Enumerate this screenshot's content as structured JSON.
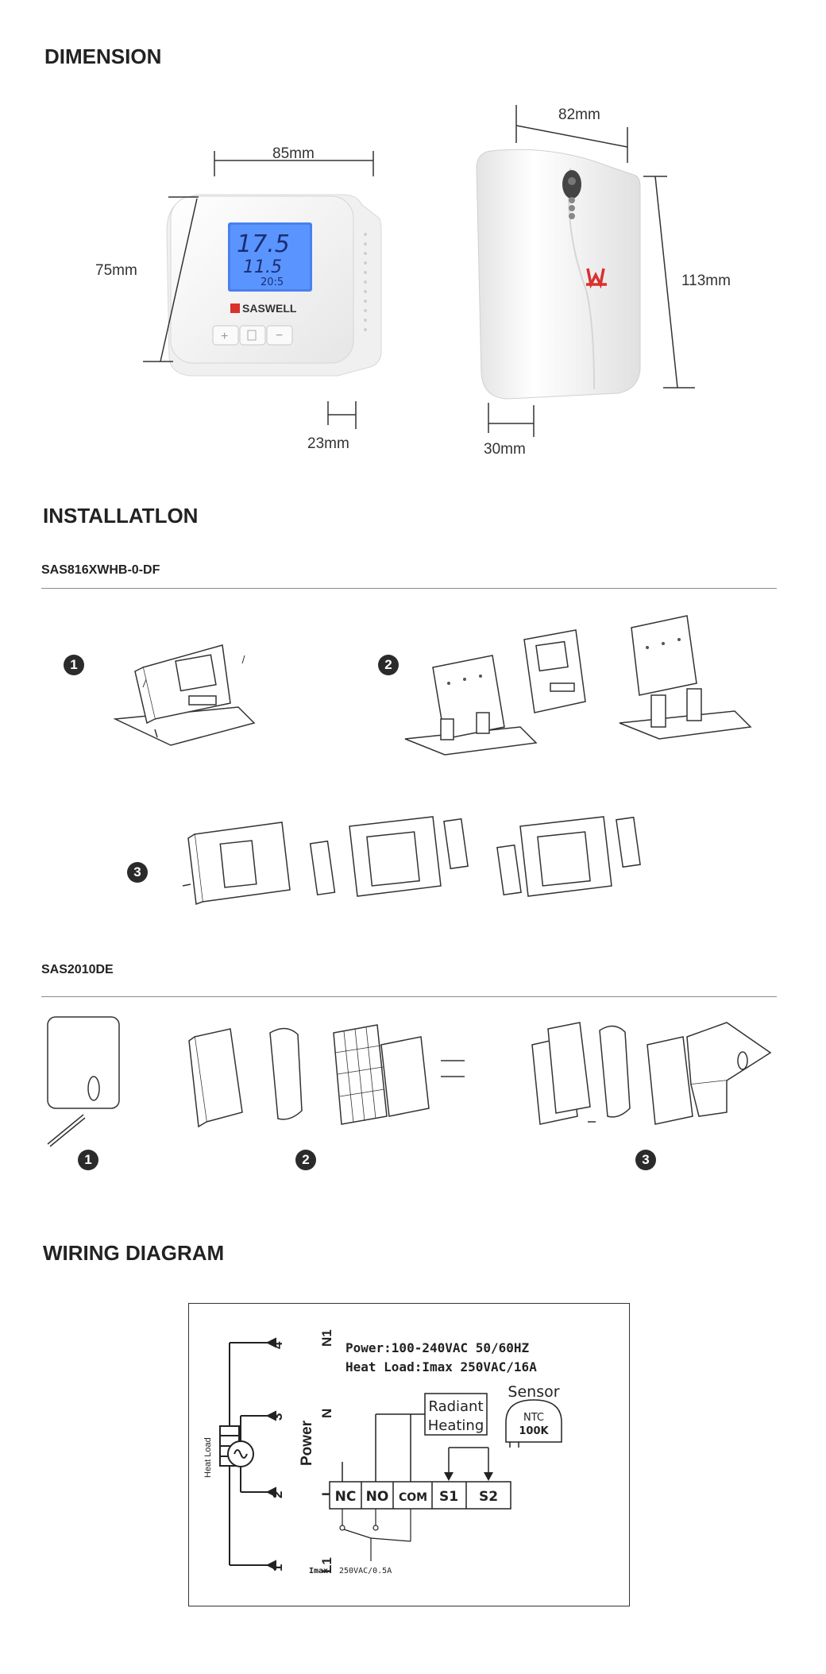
{
  "sections": {
    "dimension_title": "DIMENSION",
    "installation_title": "INSTALLATLON",
    "wiring_title": "WIRING DIAGRAM"
  },
  "dimensions": {
    "thermostat": {
      "width": "85mm",
      "height": "75mm",
      "depth": "23mm"
    },
    "receiver": {
      "width": "82mm",
      "height": "113mm",
      "depth": "30mm"
    },
    "display": {
      "temp_main": "17.5",
      "temp_set": "11.5",
      "time": "20:5",
      "brand": "SASWELL"
    }
  },
  "models": {
    "model_a": "SAS816XWHB-0-DF",
    "model_b": "SAS2010DE"
  },
  "steps": {
    "a1": "1",
    "a2": "2",
    "a3": "3",
    "b1": "1",
    "b2": "2",
    "b3": "3"
  },
  "wiring": {
    "power_line": "Power:100-240VAC 50/60HZ",
    "load_line": "Heat Load:Imax 250VAC/16A",
    "radiant_line1": "Radiant",
    "radiant_line2": "Heating",
    "sensor_label": "Sensor",
    "ntc_line1": "NTC",
    "ntc_line2": "100K",
    "terminals": [
      "NC",
      "NO",
      "COM",
      "S1",
      "S2"
    ],
    "heat_load_label": "Heat Load",
    "power_vertical": "Power",
    "pin_n1": "N1",
    "pin_4": "4",
    "pin_n": "N",
    "pin_3": "3",
    "pin_l": "L",
    "pin_2": "2",
    "pin_l1": "L1",
    "pin_1": "1",
    "imax_note_label": "Imax:",
    "imax_note_value": "250VAC/0.5A"
  }
}
